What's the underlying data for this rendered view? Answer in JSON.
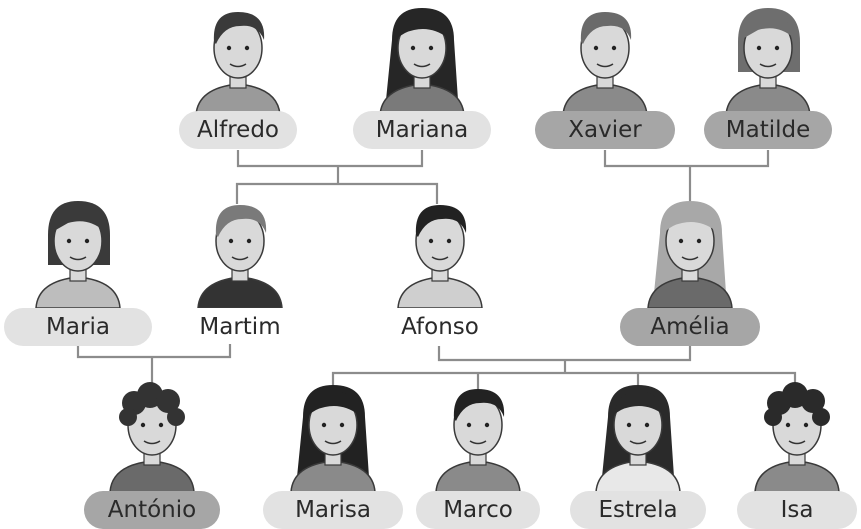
{
  "people": [
    {
      "id": "alfredo",
      "name": "Alfredo",
      "tag": "light",
      "hair": "#3a3a3a",
      "skin": "#d9d9d9",
      "shirt": "#9a9a9a",
      "style": "short"
    },
    {
      "id": "mariana",
      "name": "Mariana",
      "tag": "light",
      "hair": "#262626",
      "skin": "#d9d9d9",
      "shirt": "#7a7a7a",
      "style": "long"
    },
    {
      "id": "xavier",
      "name": "Xavier",
      "tag": "dark",
      "hair": "#6a6a6a",
      "skin": "#d9d9d9",
      "shirt": "#8a8a8a",
      "style": "short"
    },
    {
      "id": "matilde",
      "name": "Matilde",
      "tag": "dark",
      "hair": "#6e6e6e",
      "skin": "#d9d9d9",
      "shirt": "#8a8a8a",
      "style": "bob"
    },
    {
      "id": "maria",
      "name": "Maria",
      "tag": "light",
      "hair": "#3a3a3a",
      "skin": "#d9d9d9",
      "shirt": "#bdbdbd",
      "style": "bob"
    },
    {
      "id": "martim",
      "name": "Martim",
      "tag": "none",
      "hair": "#7a7a7a",
      "skin": "#d9d9d9",
      "shirt": "#333333",
      "style": "short"
    },
    {
      "id": "afonso",
      "name": "Afonso",
      "tag": "none",
      "hair": "#222222",
      "skin": "#d9d9d9",
      "shirt": "#cfcfcf",
      "style": "short"
    },
    {
      "id": "amelia",
      "name": "Amélia",
      "tag": "dark",
      "hair": "#a8a8a8",
      "skin": "#d9d9d9",
      "shirt": "#6a6a6a",
      "style": "long"
    },
    {
      "id": "antonio",
      "name": "António",
      "tag": "dark",
      "hair": "#333333",
      "skin": "#d9d9d9",
      "shirt": "#6a6a6a",
      "style": "curly"
    },
    {
      "id": "marisa",
      "name": "Marisa",
      "tag": "light",
      "hair": "#222222",
      "skin": "#d9d9d9",
      "shirt": "#8a8a8a",
      "style": "long"
    },
    {
      "id": "marco",
      "name": "Marco",
      "tag": "light",
      "hair": "#222222",
      "skin": "#d9d9d9",
      "shirt": "#8a8a8a",
      "style": "short"
    },
    {
      "id": "estrela",
      "name": "Estrela",
      "tag": "light",
      "hair": "#2a2a2a",
      "skin": "#d9d9d9",
      "shirt": "#e8e8e8",
      "style": "long"
    },
    {
      "id": "isa",
      "name": "Isa",
      "tag": "light",
      "hair": "#2a2a2a",
      "skin": "#d9d9d9",
      "shirt": "#8a8a8a",
      "style": "curly"
    }
  ]
}
